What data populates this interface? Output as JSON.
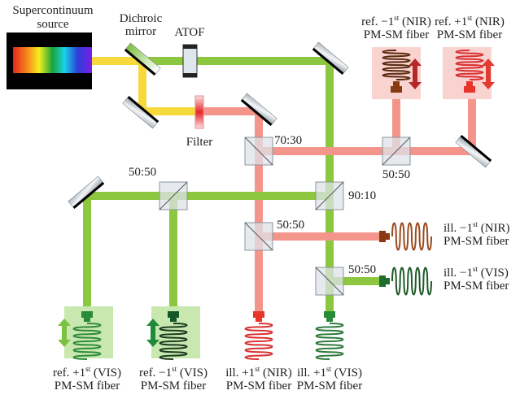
{
  "labels": {
    "source": [
      "Supercontinuum",
      "source"
    ],
    "dichroic": [
      "Dichroic",
      "mirror"
    ],
    "atof": "ATOF",
    "filter": "Filter",
    "splitter_70_30": "70:30",
    "splitter_ref_nir": "50:50",
    "splitter_ref_vis": "50:50",
    "splitter_90_10": "90:10",
    "splitter_ill_nir": "50:50",
    "splitter_ill_vis": "50:50"
  },
  "fibers": [
    {
      "id": "ref-minus1-nir",
      "pre": "ref. −1",
      "sup": "st",
      "post": " (NIR)",
      "line2": "PM-SM fiber"
    },
    {
      "id": "ref-plus1-nir",
      "pre": "ref. +1",
      "sup": "st",
      "post": " (NIR)",
      "line2": "PM-SM fiber"
    },
    {
      "id": "ill-minus1-nir",
      "pre": "ill. −1",
      "sup": "st",
      "post": " (NIR)",
      "line2": "PM-SM fiber"
    },
    {
      "id": "ill-minus1-vis",
      "pre": "ill. −1",
      "sup": "st",
      "post": " (VIS)",
      "line2": "PM-SM fiber"
    },
    {
      "id": "ref-plus1-vis",
      "pre": "ref. +1",
      "sup": "st",
      "post": " (VIS)",
      "line2": "PM-SM fiber"
    },
    {
      "id": "ref-minus1-vis",
      "pre": "ref. −1",
      "sup": "st",
      "post": " (VIS)",
      "line2": "PM-SM fiber"
    },
    {
      "id": "ill-plus1-nir",
      "pre": "ill. +1",
      "sup": "st",
      "post": " (NIR)",
      "line2": "PM-SM fiber"
    },
    {
      "id": "ill-plus1-vis",
      "pre": "ill. +1",
      "sup": "st",
      "post": " (VIS)",
      "line2": "PM-SM fiber"
    }
  ],
  "colors": {
    "white_light_beam": "#f7d93c",
    "vis_beam": "#8dc63f",
    "nir_beam": "#f4958c",
    "nir_box": "#f9d3d0",
    "vis_box": "#c8e8b0"
  }
}
